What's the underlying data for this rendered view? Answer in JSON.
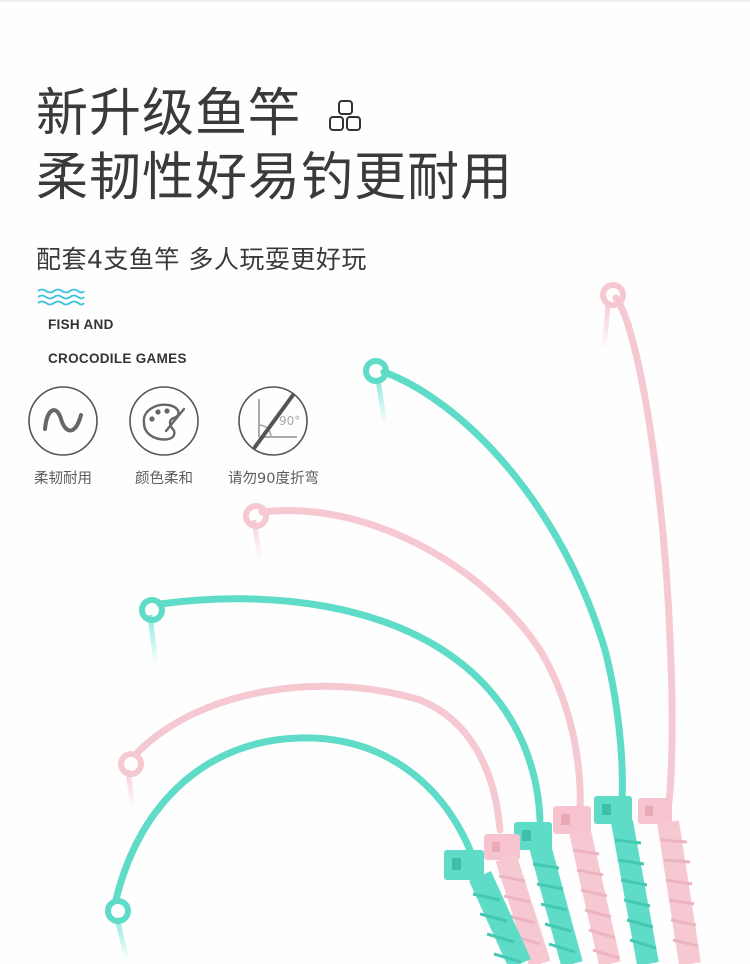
{
  "headline": {
    "line1": "新升级鱼竿",
    "line2": "柔韧性好易钓更耐用",
    "icon": "blocks-icon"
  },
  "subheadline": "配套4支鱼竿 多人玩耍更好玩",
  "decor": {
    "icon": "waves-icon",
    "color": "#3cc3d9"
  },
  "english_title": {
    "line1": "FISH AND",
    "line2": "CROCODILE GAMES"
  },
  "features": [
    {
      "icon": "wave-sine-icon",
      "label": "柔韧耐用"
    },
    {
      "icon": "palette-icon",
      "label": "颜色柔和"
    },
    {
      "icon": "no-bend-90-icon",
      "label": "请勿90度折弯",
      "angle_text": "90°"
    }
  ],
  "product": {
    "name": "fishing-rods",
    "count": 6,
    "colors": {
      "teal": "#5fdcc8",
      "pink": "#f6c9d2"
    }
  }
}
